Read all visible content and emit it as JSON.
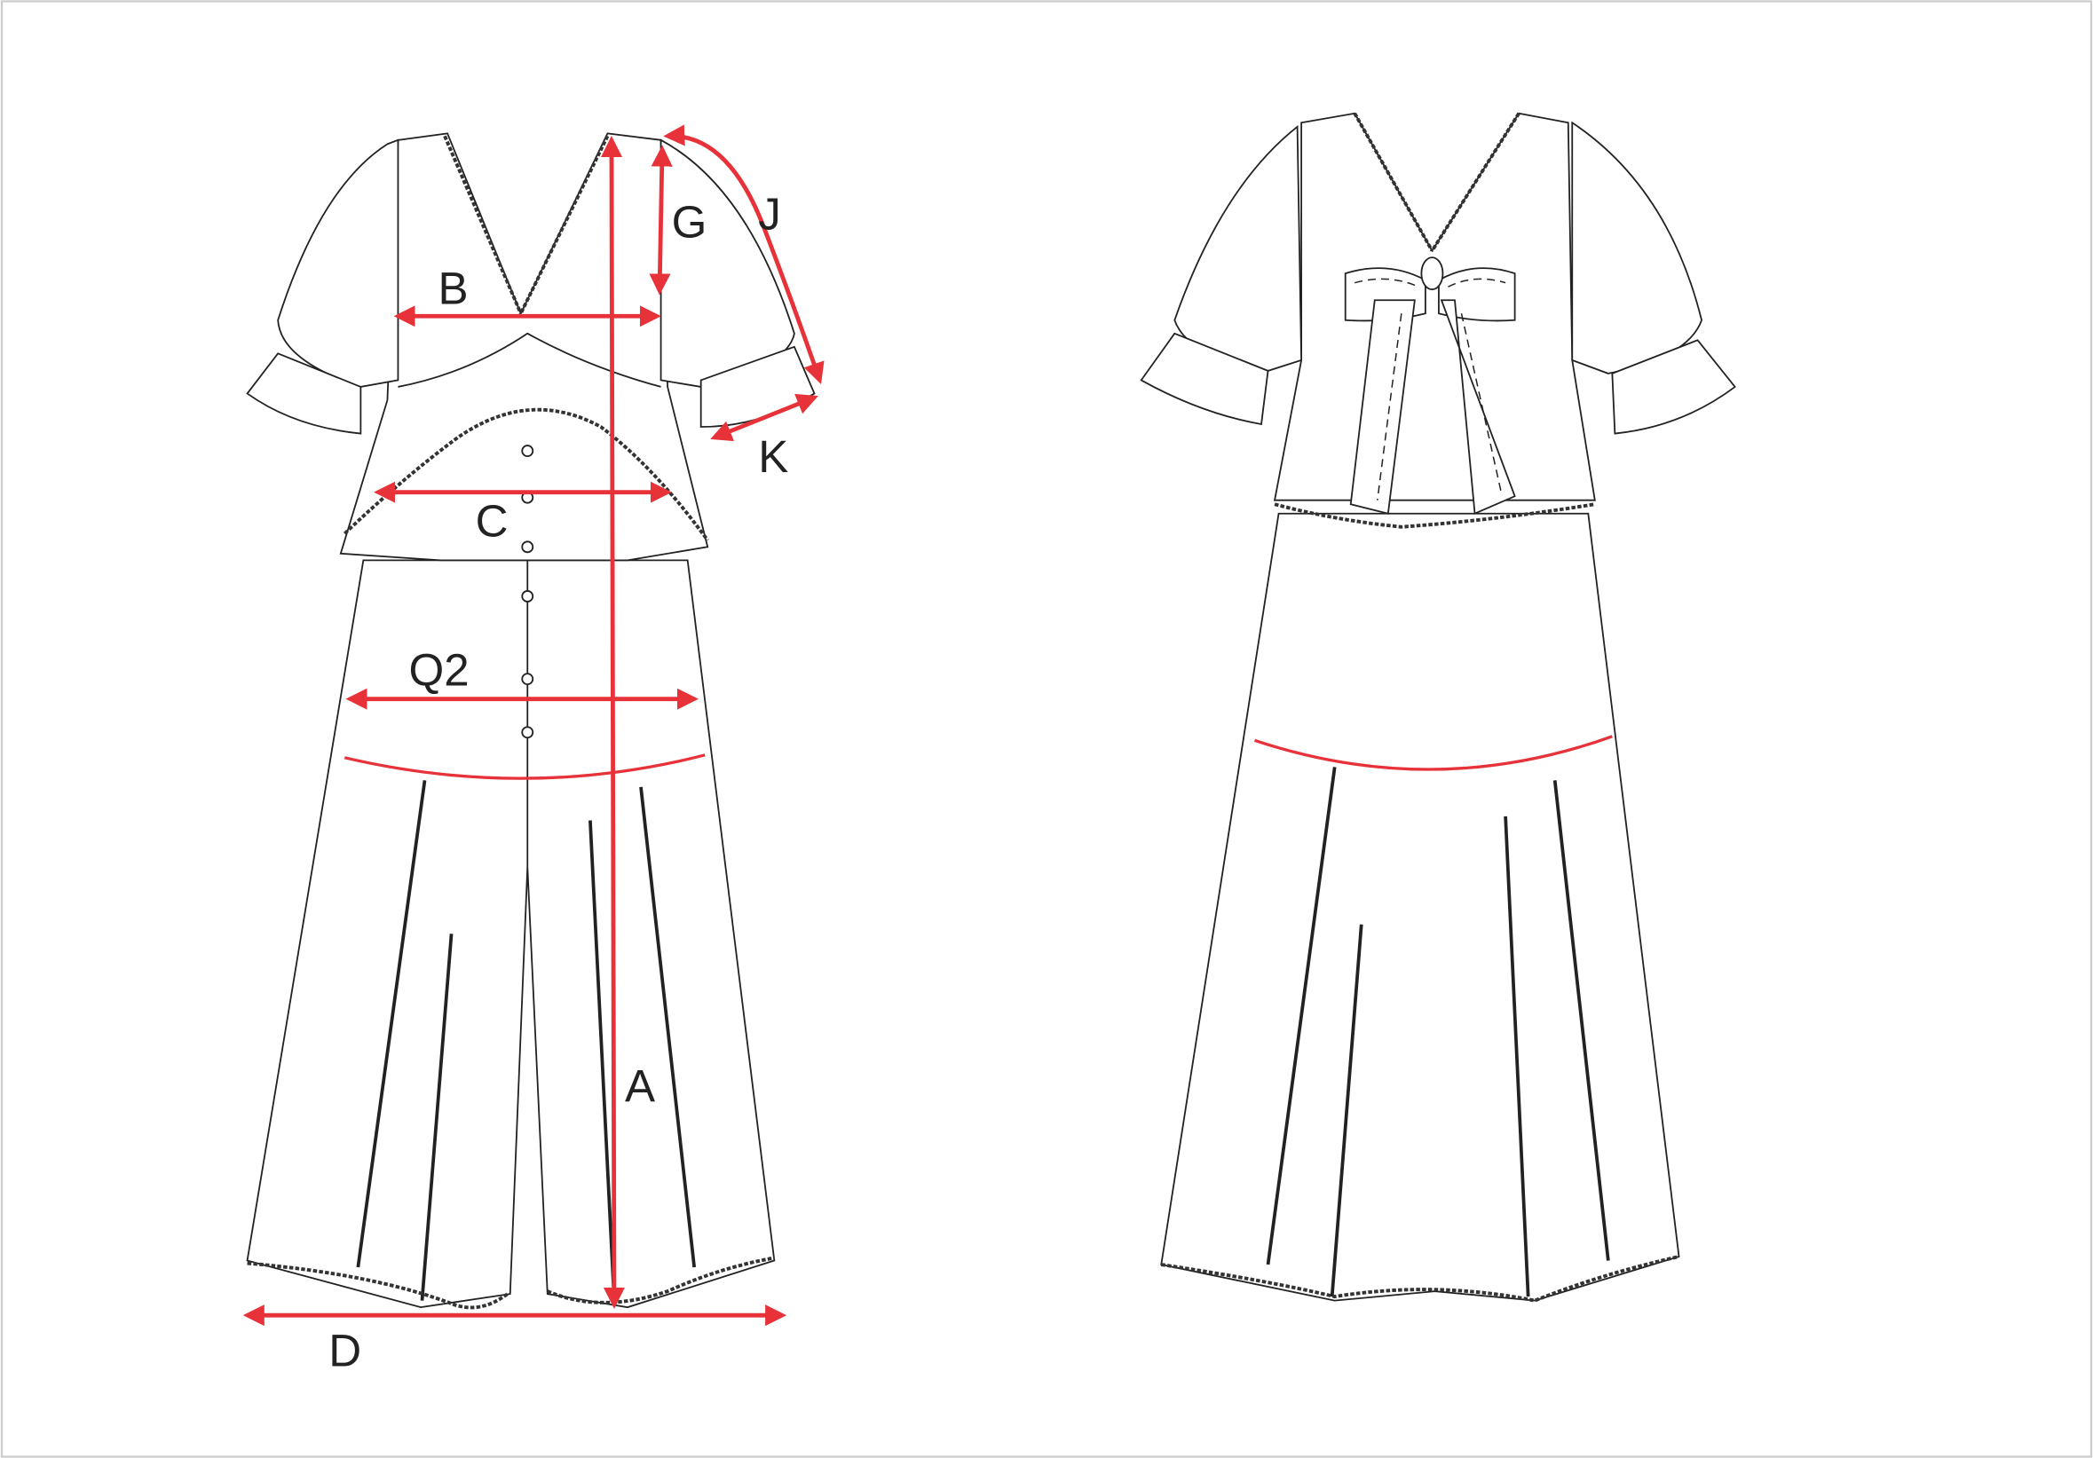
{
  "diagram": {
    "front_view": {
      "measurements": {
        "A": "A",
        "B": "B",
        "C": "C",
        "D": "D",
        "G": "G",
        "J": "J",
        "K": "K",
        "Q2": "Q2"
      }
    },
    "colors": {
      "measure_line": "#e8323a",
      "outline": "#222222"
    }
  }
}
